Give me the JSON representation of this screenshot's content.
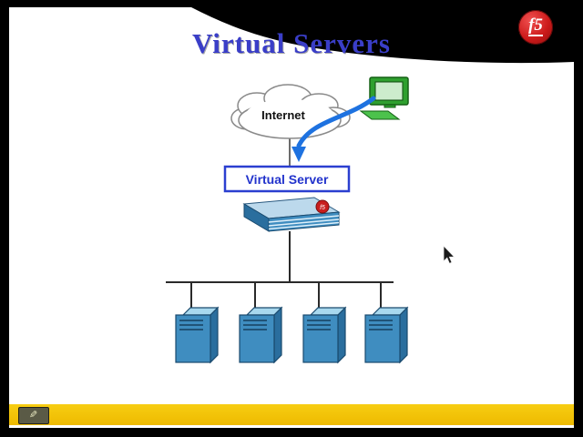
{
  "slide": {
    "title": "Virtual Servers",
    "colors": {
      "title_blue": "#3a3ec8",
      "accent_yellow": "#f3c000",
      "f5_red": "#cc1a1a",
      "arrow_blue": "#1e72e0",
      "server_blue": "#3f8dc0",
      "box_border_blue": "#2b3fd0"
    }
  },
  "logo": {
    "text": "f5"
  },
  "diagram": {
    "internet_label": "Internet",
    "virtual_server_label": "Virtual Server",
    "server_count": 4
  },
  "toolbar": {
    "pen_icon": "✎"
  }
}
